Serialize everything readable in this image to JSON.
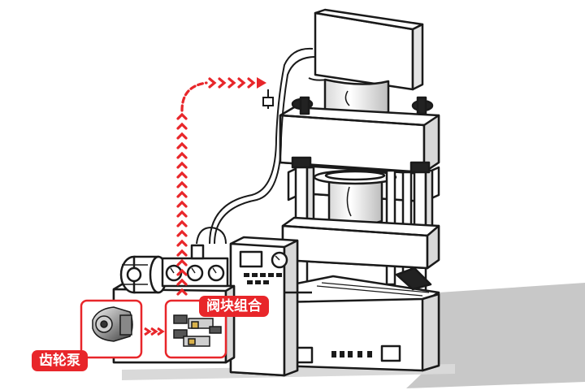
{
  "labels": {
    "gear_pump": "齿轮泵",
    "valve_block": "阀块组合"
  },
  "colors": {
    "callout": "#e8262a",
    "flow_arrow": "#e8262a",
    "outline": "#1a1a1a",
    "floor_shadow": "#c8c8c8"
  },
  "icons": {
    "flow": "dashed-chevron-arrow",
    "gauge": "pressure-gauge"
  }
}
